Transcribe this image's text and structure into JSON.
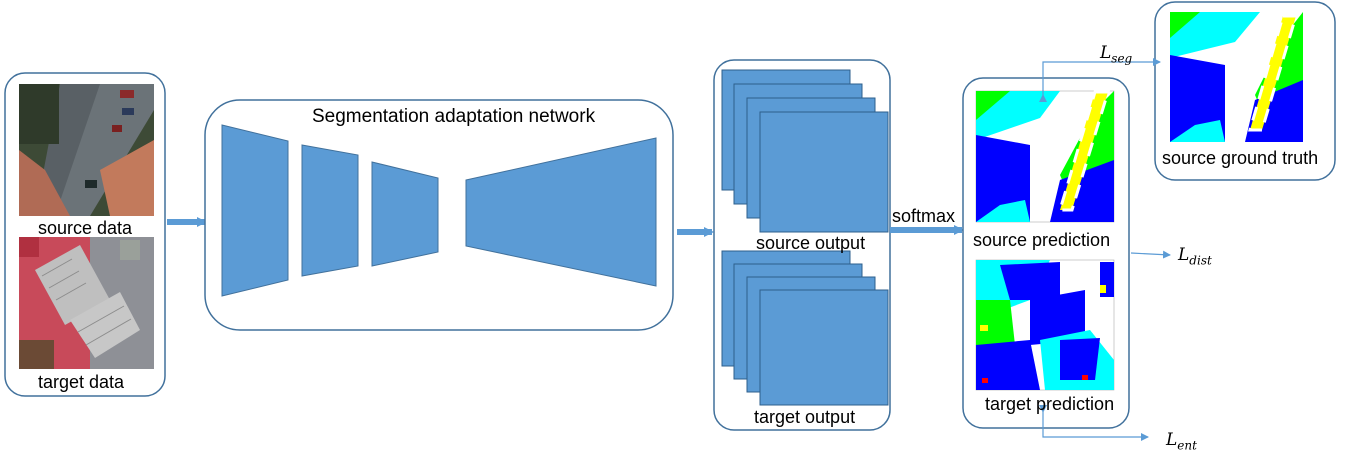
{
  "labels": {
    "network_title": "Segmentation adaptation network",
    "source_data": "source data",
    "target_data": "target data",
    "source_output": "source output",
    "target_output": "target output",
    "softmax": "softmax",
    "source_prediction": "source prediction",
    "target_prediction": "target prediction",
    "source_ground_truth": "source ground truth"
  },
  "losses": {
    "seg": {
      "symbol": "L",
      "sub": "seg"
    },
    "dist": {
      "symbol": "L",
      "sub": "dist"
    },
    "ent": {
      "symbol": "L",
      "sub": "ent"
    }
  },
  "colors": {
    "block_fill": "#5b9bd5",
    "block_stroke": "#41719c",
    "container_stroke": "#41719c",
    "arrow": "#5b9bd5",
    "seg_blue": "#0000ff",
    "seg_cyan": "#00ffff",
    "seg_green": "#00ff00",
    "seg_yellow": "#ffff00",
    "seg_red": "#ff0000",
    "seg_white": "#ffffff"
  }
}
